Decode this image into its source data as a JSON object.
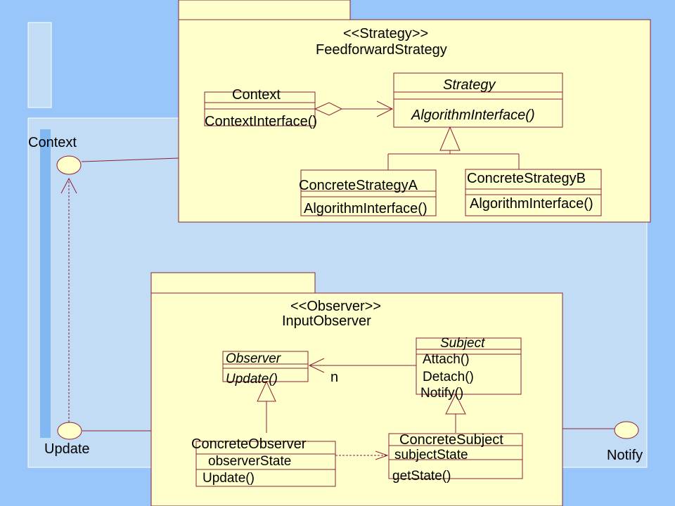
{
  "stereotypes": {
    "strategy": "<<Strategy>>",
    "observer": "<<Observer>>"
  },
  "packages": {
    "strategy_name": "FeedforwardStrategy",
    "observer_name": "InputObserver"
  },
  "ports": {
    "context": "Context",
    "update": "Update",
    "notify": "Notify"
  },
  "strategy_classes": {
    "context": {
      "name": "Context",
      "op": "ContextInterface()"
    },
    "strategy": {
      "name": "Strategy",
      "op": "AlgorithmInterface()"
    },
    "concrete_a": {
      "name": "ConcreteStrategyA",
      "op": "AlgorithmInterface()"
    },
    "concrete_b": {
      "name": "ConcreteStrategyB",
      "op": "AlgorithmInterface()"
    }
  },
  "observer_classes": {
    "observer": {
      "name": "Observer",
      "op": "Update()"
    },
    "subject": {
      "name": "Subject",
      "ops": [
        "Attach()",
        "Detach()",
        "Notify()"
      ]
    },
    "concrete_observer": {
      "name": "ConcreteObserver",
      "attr": "observerState",
      "op": "Update()"
    },
    "concrete_subject": {
      "name": "ConcreteSubject",
      "attr": "subjectState",
      "op": "getState()"
    }
  },
  "multiplicity": "n",
  "colors": {
    "background": "#99c6fa",
    "component": "#c2dcf5",
    "left_bar": "#82b8f2",
    "package_fill": "#ffffcc",
    "line": "#8c1f3a"
  }
}
